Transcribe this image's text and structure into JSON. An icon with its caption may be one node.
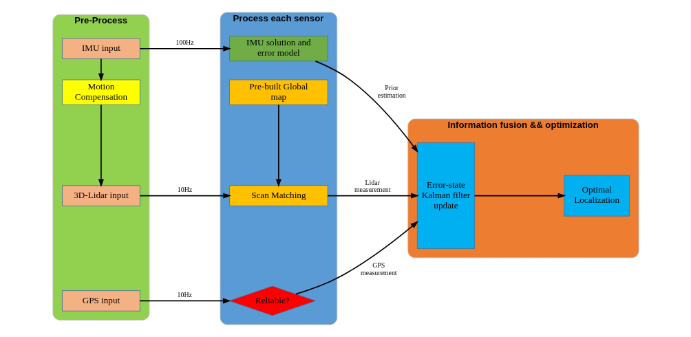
{
  "diagram": {
    "nodes": [
      {
        "text": [
          "Pre-Process"
        ]
      },
      {
        "text": [
          "IMU input"
        ],
        "in": 0
      },
      {
        "text": [
          "Motion Compensation"
        ],
        "in": 0
      },
      {
        "text": [
          "3D-Lidar input"
        ],
        "in": 0
      },
      {
        "text": [
          "GPS input"
        ],
        "in": 0
      },
      {
        "text": [
          "Process each sensor"
        ]
      },
      {
        "text": [
          "IMU solution and error model"
        ],
        "in": 5
      },
      {
        "text": [
          "Pre-built Global map"
        ],
        "in": 5
      },
      {
        "text": [
          "Scan Matching"
        ],
        "in": 5
      },
      {
        "text": [
          "Reliable?"
        ],
        "in": 5
      },
      {
        "text": [
          "Information fusion && optimization"
        ]
      },
      {
        "text": [
          "Error-state Kalman filter update"
        ],
        "in": 10
      },
      {
        "text": [
          "Optimal Localization"
        ],
        "in": 10
      }
    ],
    "edges": [
      {
        "from": 1,
        "to": 6,
        "arrow": "to",
        "label": "100Hz"
      },
      {
        "from": 1,
        "to": 2,
        "arrow": "to"
      },
      {
        "from": 2,
        "to": 3,
        "arrow": "to"
      },
      {
        "from": 3,
        "to": 8,
        "arrow": "to",
        "label": "10Hz"
      },
      {
        "from": 7,
        "to": 8,
        "arrow": "to"
      },
      {
        "from": 4,
        "to": 9,
        "arrow": "to",
        "label": "10Hz"
      },
      {
        "from": 6,
        "to": 11,
        "arrow": "to",
        "label": "Prior estimation"
      },
      {
        "from": 8,
        "to": 11,
        "arrow": "to",
        "label": "Lidar measurement"
      },
      {
        "from": 9,
        "to": 11,
        "arrow": "to",
        "label": "GPS measurement"
      },
      {
        "from": 11,
        "to": 12,
        "arrow": "to"
      }
    ]
  }
}
